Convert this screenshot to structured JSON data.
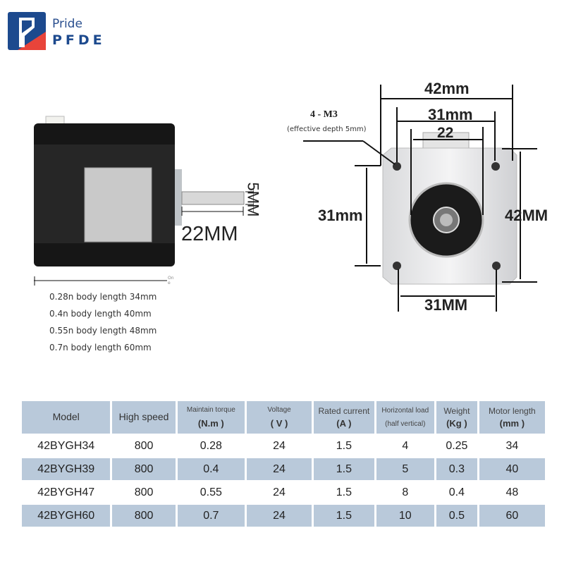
{
  "brand": {
    "name_top": "Pride",
    "name_bottom": "PFDE",
    "colors": {
      "blue": "#1d4a8e",
      "red": "#e8443a"
    }
  },
  "side_view": {
    "shaft_diameter": "5MM",
    "shaft_length": "22MM",
    "body_label_note": "On e",
    "body_lengths": [
      "0.28n body length 34mm",
      "0.4n body length 40mm",
      "0.55n body length 48mm",
      "0.7n body length 60mm"
    ]
  },
  "front_view": {
    "width_top": "42mm",
    "hole_spacing_top": "31mm",
    "boss": "22",
    "thread": "4 - M3",
    "thread_note": "(effective depth 5mm)",
    "hole_spacing_left": "31mm",
    "height_right": "42MM",
    "hole_spacing_bottom": "31MM"
  },
  "table": {
    "headers": [
      {
        "title": "Model"
      },
      {
        "title": "High speed"
      },
      {
        "title": "Maintain torque",
        "unit": "(N.m )"
      },
      {
        "title": "Voltage",
        "unit": "( V )"
      },
      {
        "title": "Rated current",
        "unit": "(A )"
      },
      {
        "title": "Horizontal load",
        "unit": "(half vertical)"
      },
      {
        "title": "Weight",
        "unit": "(Kg )"
      },
      {
        "title": "Motor length",
        "unit": "(mm )"
      }
    ],
    "rows": [
      [
        "42BYGH34",
        "800",
        "0.28",
        "24",
        "1.5",
        "4",
        "0.25",
        "34"
      ],
      [
        "42BYGH39",
        "800",
        "0.4",
        "24",
        "1.5",
        "5",
        "0.3",
        "40"
      ],
      [
        "42BYGH47",
        "800",
        "0.55",
        "24",
        "1.5",
        "8",
        "0.4",
        "48"
      ],
      [
        "42BYGH60",
        "800",
        "0.7",
        "24",
        "1.5",
        "10",
        "0.5",
        "60"
      ]
    ]
  }
}
